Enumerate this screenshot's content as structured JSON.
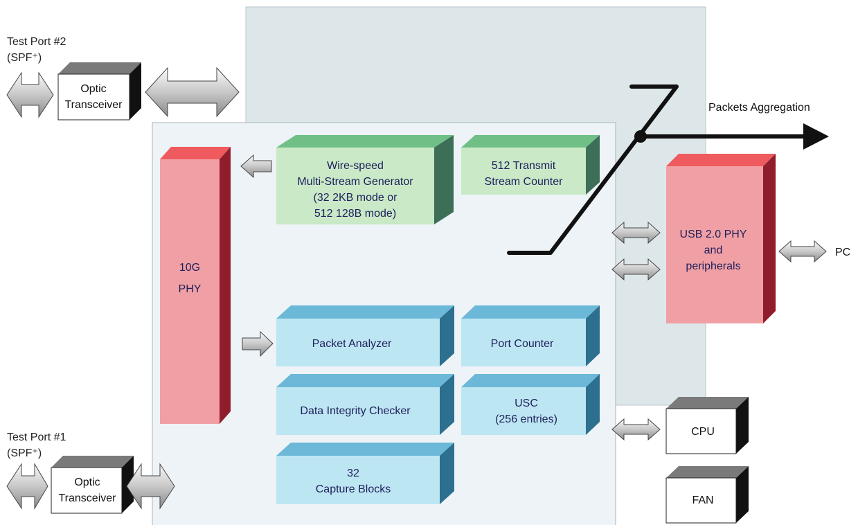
{
  "test_port_2": {
    "line1": "Test Port #2",
    "line2": "(SPF⁺)"
  },
  "test_port_1": {
    "line1": "Test Port #1",
    "line2": "(SPF⁺)"
  },
  "optic_top": {
    "line1": "Optic",
    "line2": "Transceiver"
  },
  "optic_bottom": {
    "line1": "Optic",
    "line2": "Transceiver"
  },
  "packets_aggregation": "Packets Aggregation",
  "pc": "PC",
  "phy_10g": {
    "line1": "10G",
    "line2": "PHY"
  },
  "generator": {
    "line1": "Wire-speed",
    "line2": "Multi-Stream Generator",
    "line3": "(32 2KB mode or",
    "line4": "512 128B mode)"
  },
  "transmit_counter": {
    "line1": "512 Transmit",
    "line2": "Stream Counter"
  },
  "usb_phy": {
    "line1": "USB 2.0 PHY",
    "line2": "and",
    "line3": "peripherals"
  },
  "packet_analyzer": "Packet Analyzer",
  "port_counter": "Port Counter",
  "data_integrity": "Data Integrity Checker",
  "usc": {
    "line1": "USC",
    "line2": "(256 entries)"
  },
  "capture_blocks": {
    "line1": "32",
    "line2": "Capture Blocks"
  },
  "cpu": "CPU",
  "fan": "FAN",
  "colors": {
    "green_front": "#c9e9c7",
    "green_top": "#6fbf86",
    "green_side": "#3d6e58",
    "blue_front": "#bde6f3",
    "blue_top": "#6cb8d8",
    "blue_side": "#2c6f8f",
    "red_front": "#f0a0a4",
    "red_top": "#ef5a5e",
    "red_side": "#8f1d2b",
    "panel_back": "#dde7ea",
    "panel_front": "#edf3f6"
  }
}
